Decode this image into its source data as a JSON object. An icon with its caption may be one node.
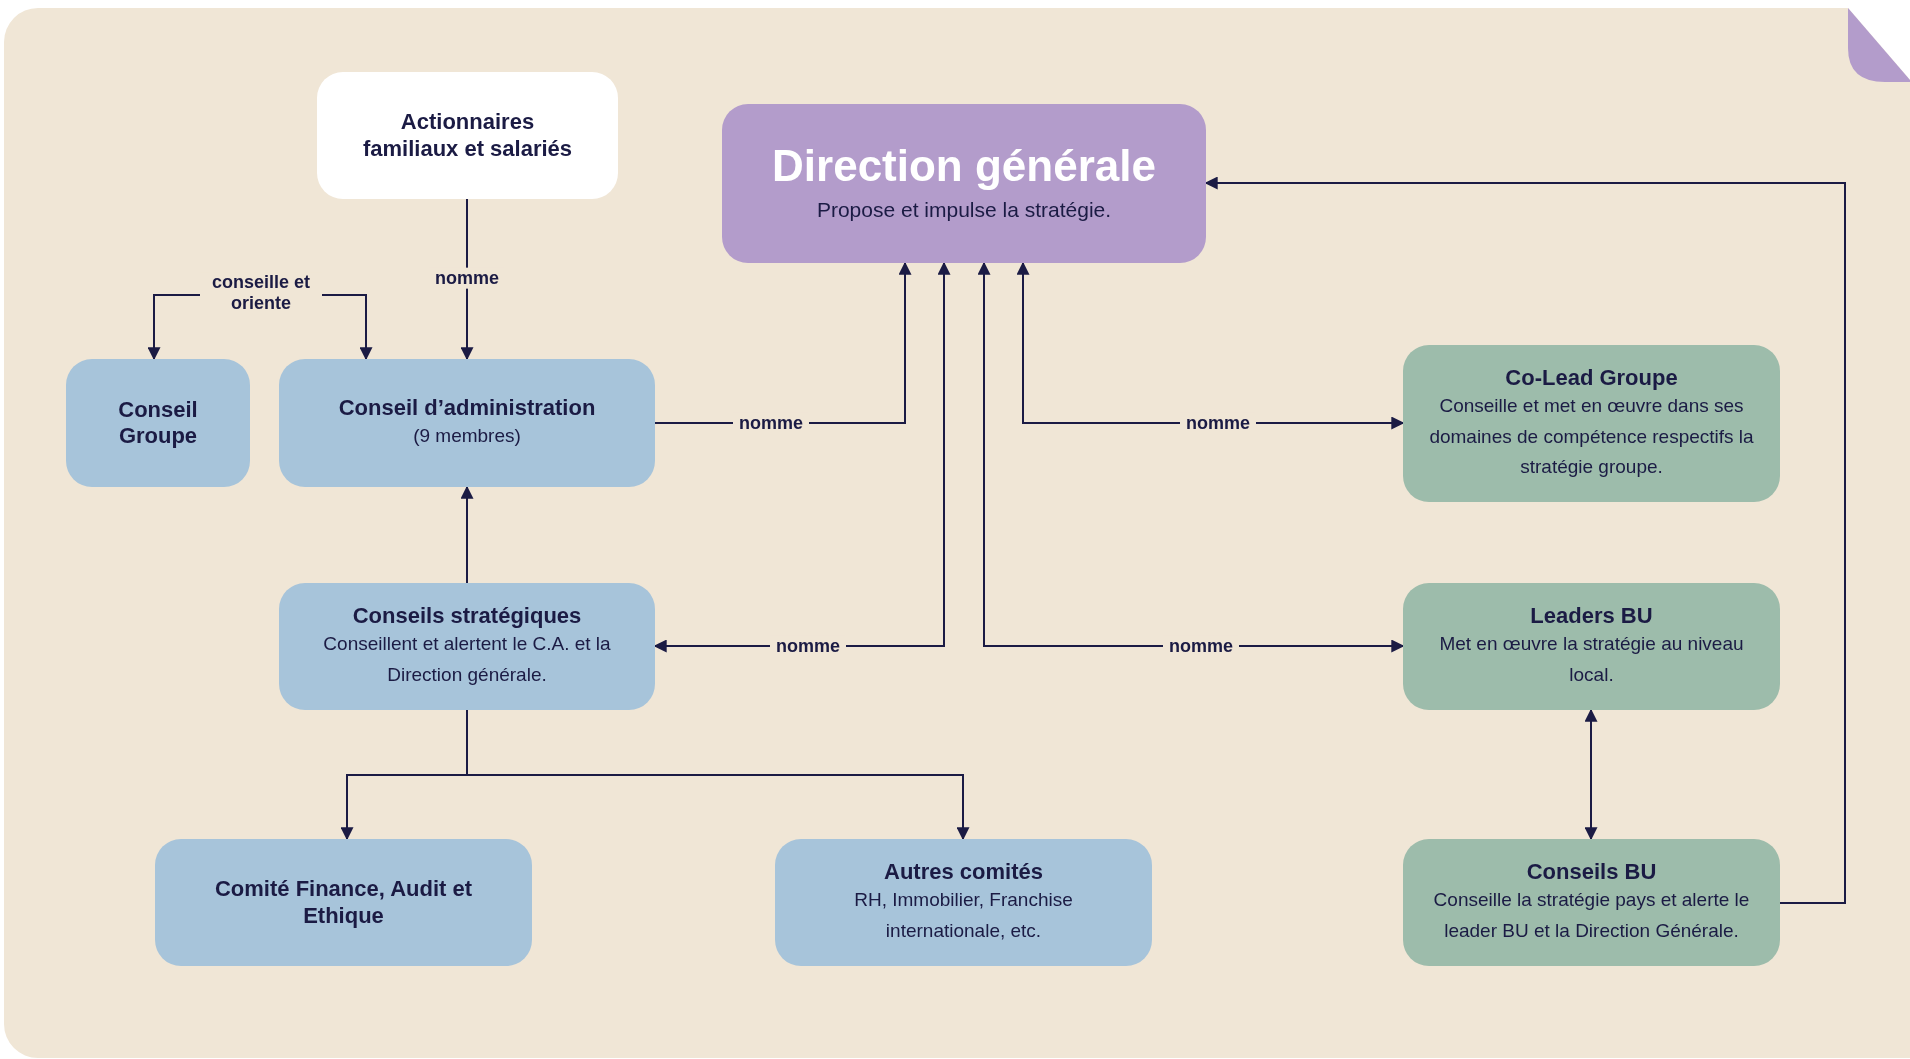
{
  "diagram": {
    "nodes": [
      {
        "text": [
          "Actionnaires familiaux et salariés"
        ]
      },
      {
        "text": [
          "Direction générale",
          "Propose et impulse la stratégie."
        ]
      },
      {
        "text": [
          "Conseil Groupe"
        ]
      },
      {
        "text": [
          "Conseil d’administration",
          "(9 membres)"
        ]
      },
      {
        "text": [
          "Co-Lead Groupe",
          "Conseille et met en œuvre dans ses domaines de compétence respectifs la stratégie groupe."
        ]
      },
      {
        "text": [
          "Conseils stratégiques",
          "Conseillent et alertent le C.A. et la Direction générale."
        ]
      },
      {
        "text": [
          "Leaders BU",
          "Met en œuvre la stratégie au niveau local."
        ]
      },
      {
        "text": [
          "Comité Finance, Audit et Ethique"
        ]
      },
      {
        "text": [
          "Autres comités",
          "RH, Immobilier, Franchise internationale, etc."
        ]
      },
      {
        "text": [
          "Conseils BU",
          "Conseille la stratégie pays et alerte le leader BU et la Direction Générale."
        ]
      }
    ],
    "edges": [
      {
        "from": 0,
        "to": 3,
        "arrow": "to",
        "label": "nomme"
      },
      {
        "from": 2,
        "to": 3,
        "arrow": "both",
        "label": "conseille et oriente"
      },
      {
        "from": 3,
        "to": 1,
        "arrow": "to",
        "label": "nomme"
      },
      {
        "from": 1,
        "to": 4,
        "arrow": "both",
        "label": "nomme"
      },
      {
        "from": 1,
        "to": 5,
        "arrow": "both",
        "label": "nomme"
      },
      {
        "from": 1,
        "to": 6,
        "arrow": "both",
        "label": "nomme"
      },
      {
        "from": 5,
        "to": 3,
        "arrow": "to"
      },
      {
        "from": 5,
        "to": 7,
        "arrow": "to"
      },
      {
        "from": 5,
        "to": 8,
        "arrow": "to"
      },
      {
        "from": 6,
        "to": 9,
        "arrow": "both"
      },
      {
        "from": 9,
        "to": 1,
        "arrow": "to"
      }
    ]
  }
}
